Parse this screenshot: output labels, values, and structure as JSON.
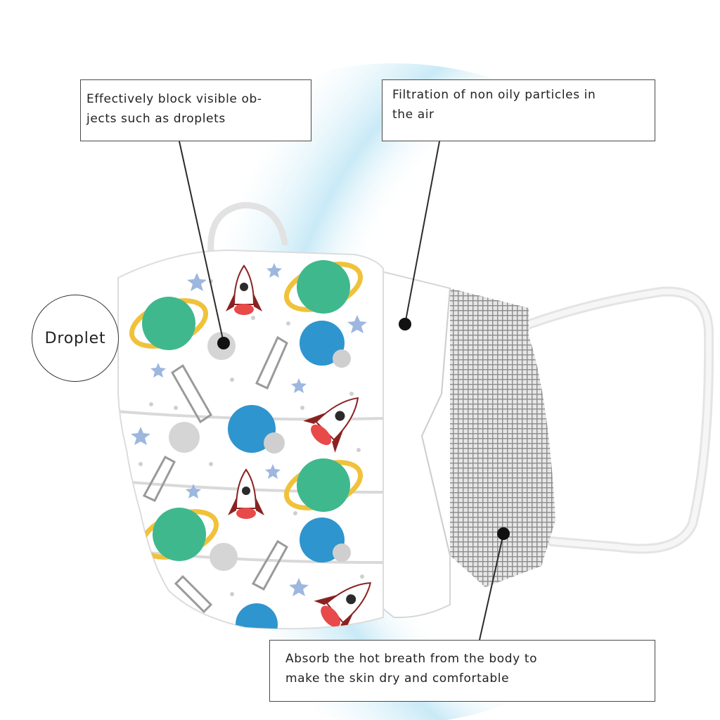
{
  "callouts": {
    "block": {
      "line1": "Effectively block visible ob-",
      "line2": "jects such as droplets"
    },
    "filter": {
      "line1": "Filtration of non oily particles in",
      "line2": "the air"
    },
    "absorb": {
      "line1": "Absorb the hot breath from the body to",
      "line2": "make the skin dry and comfortable"
    }
  },
  "badge": {
    "label": "Droplet"
  },
  "colors": {
    "mist": "#bfe6f5",
    "planet_green": "#3fb88e",
    "planet_ring": "#f0c23b",
    "planet_blue": "#2e95cf",
    "rocket_red": "#e84a4a",
    "rocket_dark": "#8a2222",
    "star_blue": "#9db7df",
    "dot_gray": "#cfcfcf",
    "mesh_gray": "#8c8c8c",
    "outline": "#2b2b2b"
  },
  "icons": [
    "planet-icon",
    "rocket-icon",
    "star-icon",
    "moon-icon",
    "spaceship-icon"
  ]
}
